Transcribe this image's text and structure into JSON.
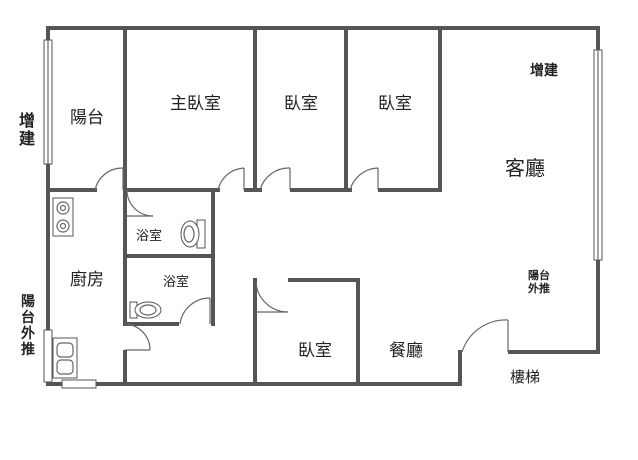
{
  "rooms": {
    "balcony": "陽台",
    "master_bedroom": "主臥室",
    "bedroom_1": "臥室",
    "bedroom_2": "臥室",
    "bedroom_3": "臥室",
    "living_room": "客廳",
    "kitchen": "廚房",
    "bathroom_1": "浴室",
    "bathroom_2": "浴室",
    "dining_room": "餐廳"
  },
  "annotations": {
    "extension_left": "增\n建",
    "extension_right": "增建",
    "balcony_extended_left": "陽\n台\n外\n推",
    "balcony_extended_right": "陽台\n外推",
    "stairs": "樓梯"
  }
}
